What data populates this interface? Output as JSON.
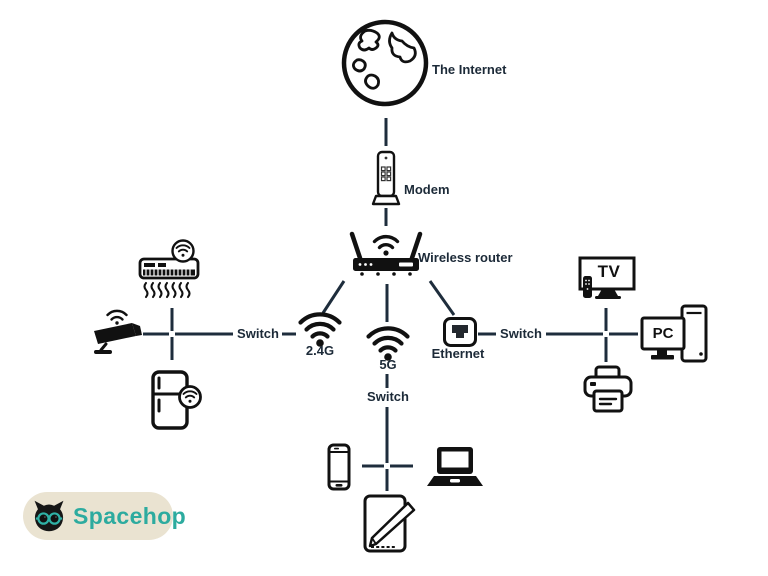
{
  "diagram": {
    "type": "home-network-topology",
    "nodes": [
      {
        "id": "internet",
        "label": "The Internet",
        "icon": "globe-icon"
      },
      {
        "id": "modem",
        "label": "Modem",
        "icon": "modem-icon"
      },
      {
        "id": "router",
        "label": "Wireless router",
        "icon": "wireless-router-icon"
      },
      {
        "id": "wifi-2-4g",
        "label": "2.4G",
        "icon": "wifi-signal-icon"
      },
      {
        "id": "wifi-5g",
        "label": "5G",
        "icon": "wifi-signal-icon"
      },
      {
        "id": "ethernet",
        "label": "Ethernet",
        "icon": "ethernet-port-icon"
      },
      {
        "id": "switch-left",
        "label": "Switch"
      },
      {
        "id": "switch-right",
        "label": "Switch"
      },
      {
        "id": "switch-bottom",
        "label": "Switch"
      },
      {
        "id": "air-conditioner",
        "label": "",
        "icon": "air-conditioner-icon"
      },
      {
        "id": "security-camera",
        "label": "",
        "icon": "security-camera-icon"
      },
      {
        "id": "smart-fridge",
        "label": "",
        "icon": "smart-fridge-icon"
      },
      {
        "id": "tv",
        "label": "TV",
        "icon": "tv-icon"
      },
      {
        "id": "pc",
        "label": "PC",
        "icon": "desktop-pc-icon"
      },
      {
        "id": "printer",
        "label": "",
        "icon": "printer-icon"
      },
      {
        "id": "smartphone",
        "label": "",
        "icon": "smartphone-icon"
      },
      {
        "id": "laptop",
        "label": "",
        "icon": "laptop-icon"
      },
      {
        "id": "tablet",
        "label": "",
        "icon": "tablet-with-pen-icon"
      }
    ],
    "edges": [
      {
        "from": "internet",
        "to": "modem"
      },
      {
        "from": "modem",
        "to": "router"
      },
      {
        "from": "router",
        "to": "wifi-2-4g"
      },
      {
        "from": "router",
        "to": "wifi-5g"
      },
      {
        "from": "router",
        "to": "ethernet"
      },
      {
        "from": "wifi-2-4g",
        "to": "switch-left"
      },
      {
        "from": "switch-left",
        "to": "air-conditioner"
      },
      {
        "from": "switch-left",
        "to": "security-camera"
      },
      {
        "from": "switch-left",
        "to": "smart-fridge"
      },
      {
        "from": "ethernet",
        "to": "switch-right"
      },
      {
        "from": "switch-right",
        "to": "tv"
      },
      {
        "from": "switch-right",
        "to": "pc"
      },
      {
        "from": "switch-right",
        "to": "printer"
      },
      {
        "from": "wifi-5g",
        "to": "switch-bottom"
      },
      {
        "from": "switch-bottom",
        "to": "smartphone"
      },
      {
        "from": "switch-bottom",
        "to": "laptop"
      },
      {
        "from": "switch-bottom",
        "to": "tablet"
      }
    ]
  },
  "logo": {
    "brand": "Spacehop"
  },
  "colors": {
    "background": "#ffffff",
    "line": "#1e2d3c",
    "label_text": "#1c2a38",
    "icon": "#111111",
    "logo_background": "#eae3d1",
    "logo_text": "#2dab9f"
  }
}
